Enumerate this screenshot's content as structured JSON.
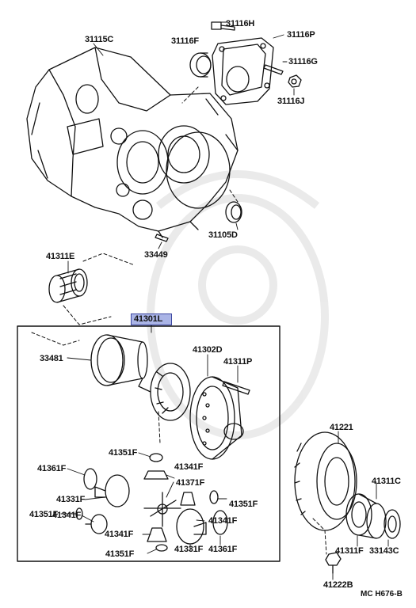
{
  "diagram": {
    "highlighted_part": "41301L",
    "illustration_code": "MC H676-B",
    "labels": {
      "p31116H": "31116H",
      "p31115C": "31115C",
      "p31116P": "31116P",
      "p31116F": "31116F",
      "p31116G": "31116G",
      "p31116J": "31116J",
      "p31105D": "31105D",
      "p33449": "33449",
      "p41311E": "41311E",
      "p33481": "33481",
      "p41302D": "41302D",
      "p41311P": "41311P",
      "p41351F_a": "41351F",
      "p41341F_a": "41341F",
      "p41361F_a": "41361F",
      "p41371F": "41371F",
      "p41331F_a": "41331F",
      "p41351F_b": "41351F",
      "p41341F_b": "41341F",
      "p41341F_c": "41341F",
      "p41351F_c": "41351F",
      "p41341F_d": "41341F",
      "p41351F_d": "41351F",
      "p41331F_b": "41331F",
      "p41361F_b": "41361F",
      "p41221": "41221",
      "p41311C": "41311C",
      "p41311F": "41311F",
      "p33143C": "33143C",
      "p41222B": "41222B"
    }
  }
}
